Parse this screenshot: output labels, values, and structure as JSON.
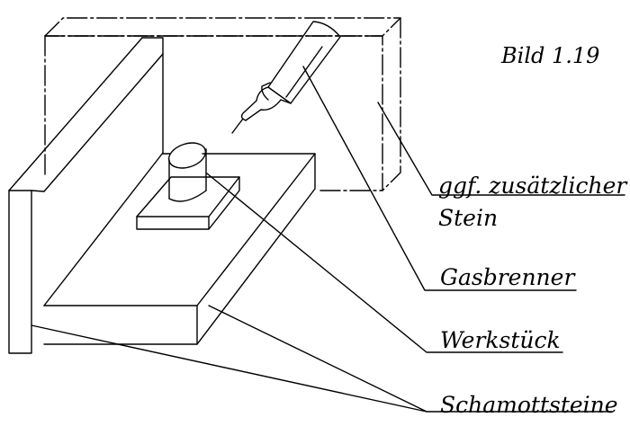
{
  "figure": {
    "title": "Bild 1.19",
    "labels": {
      "extra_stone_line1": "ggf. zusätzlicher",
      "extra_stone_line2": "Stein",
      "gas_burner": "Gasbrenner",
      "workpiece": "Werkstück",
      "firebricks": "Schamottsteine"
    },
    "colors": {
      "line": "#000000",
      "background": "#ffffff"
    }
  }
}
